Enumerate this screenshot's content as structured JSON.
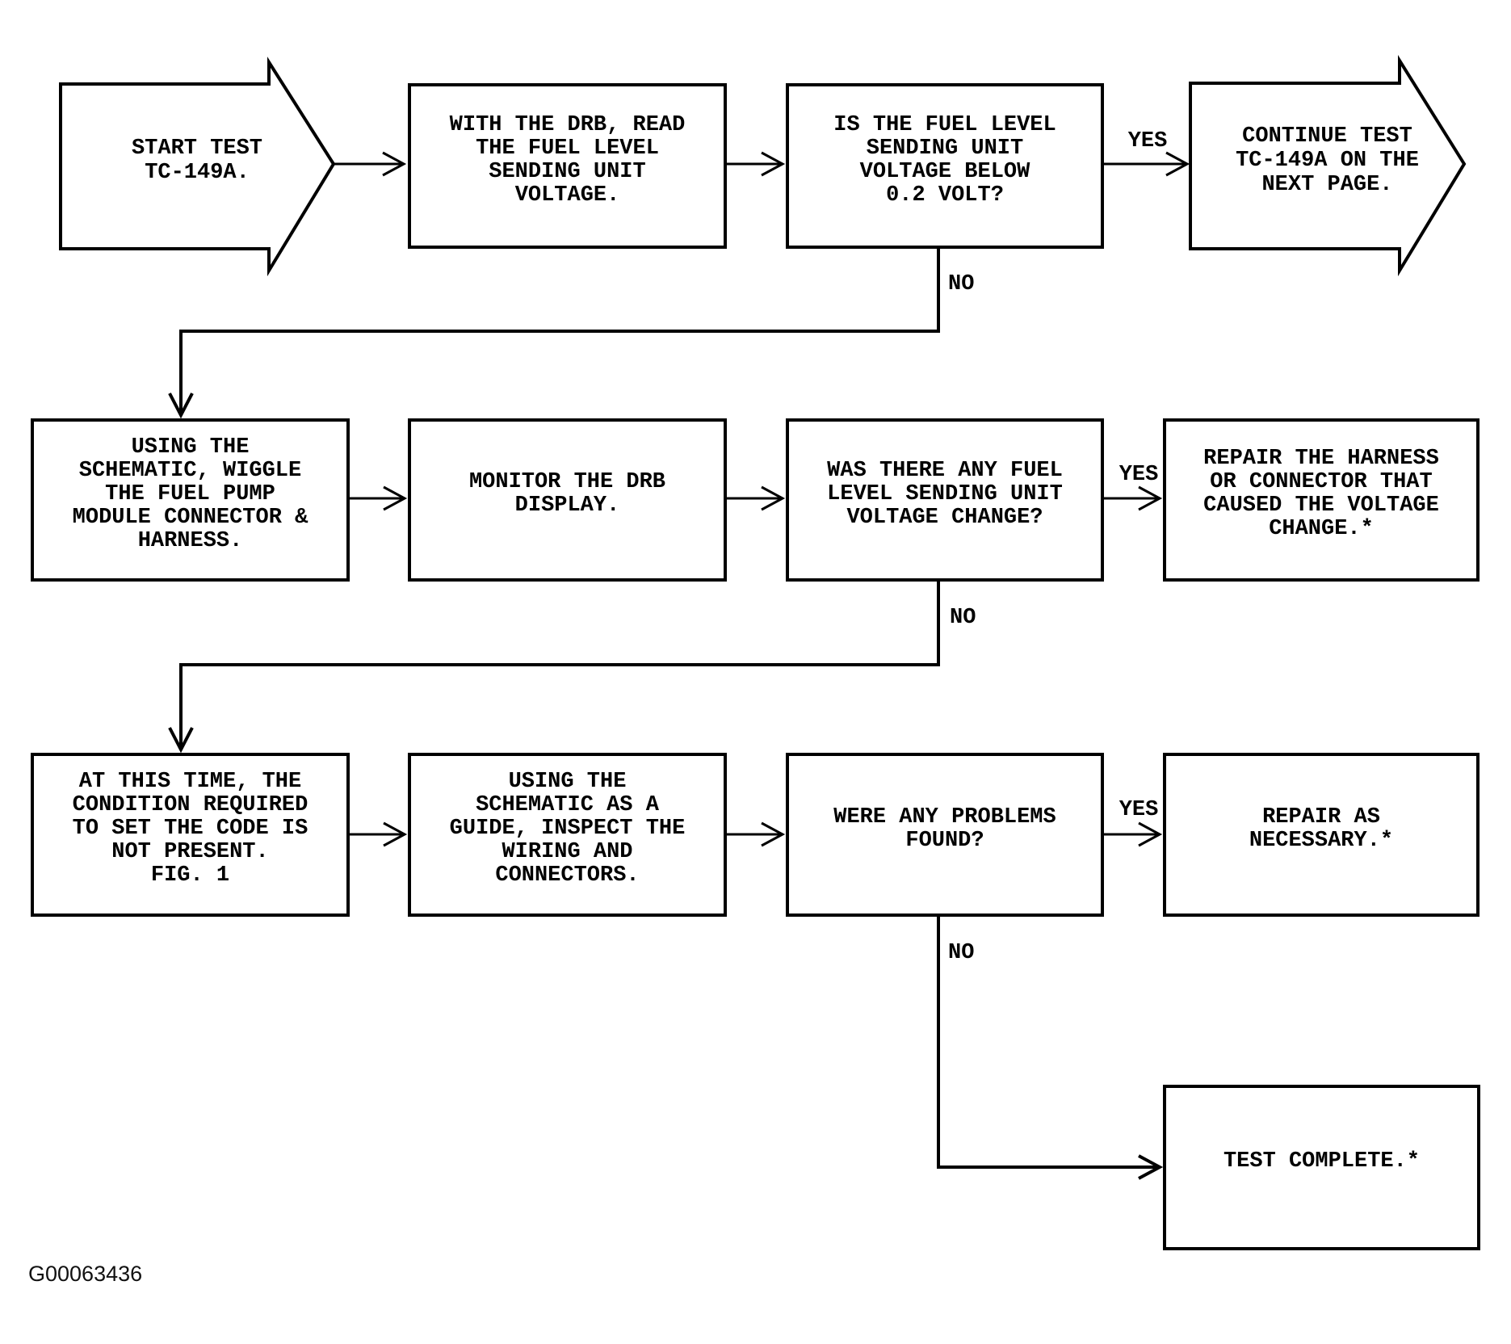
{
  "page": {
    "background": "#ffffff",
    "ink": "#000000",
    "figure_code": "G00063436"
  },
  "flowchart": {
    "nodes": {
      "start": "START TEST\nTC-149A.",
      "read_voltage": "WITH THE DRB, READ\nTHE FUEL LEVEL\nSENDING UNIT\nVOLTAGE.",
      "voltage_below": "IS THE FUEL LEVEL\nSENDING UNIT\nVOLTAGE BELOW\n0.2 VOLT?",
      "continue_next_page": "CONTINUE TEST\nTC-149A ON THE\nNEXT PAGE.",
      "wiggle_harness": "USING THE\nSCHEMATIC, WIGGLE\nTHE FUEL PUMP\nMODULE CONNECTOR &\nHARNESS.",
      "monitor_drb": "MONITOR THE DRB\nDISPLAY.",
      "voltage_change": "WAS THERE ANY FUEL\nLEVEL SENDING UNIT\nVOLTAGE CHANGE?",
      "repair_harness": "REPAIR THE HARNESS\nOR CONNECTOR THAT\nCAUSED THE VOLTAGE\nCHANGE.*",
      "condition_not_present": "AT THIS TIME, THE\nCONDITION REQUIRED\nTO SET THE CODE IS\nNOT PRESENT.\nFIG. 1",
      "inspect_wiring": "USING THE\nSCHEMATIC AS A\nGUIDE, INSPECT THE\nWIRING AND\nCONNECTORS.",
      "problems_found": "WERE ANY PROBLEMS\nFOUND?",
      "repair_necessary": "REPAIR AS\nNECESSARY.*",
      "test_complete": "TEST COMPLETE.*"
    },
    "edge_labels": {
      "yes": "YES",
      "no": "NO"
    }
  }
}
